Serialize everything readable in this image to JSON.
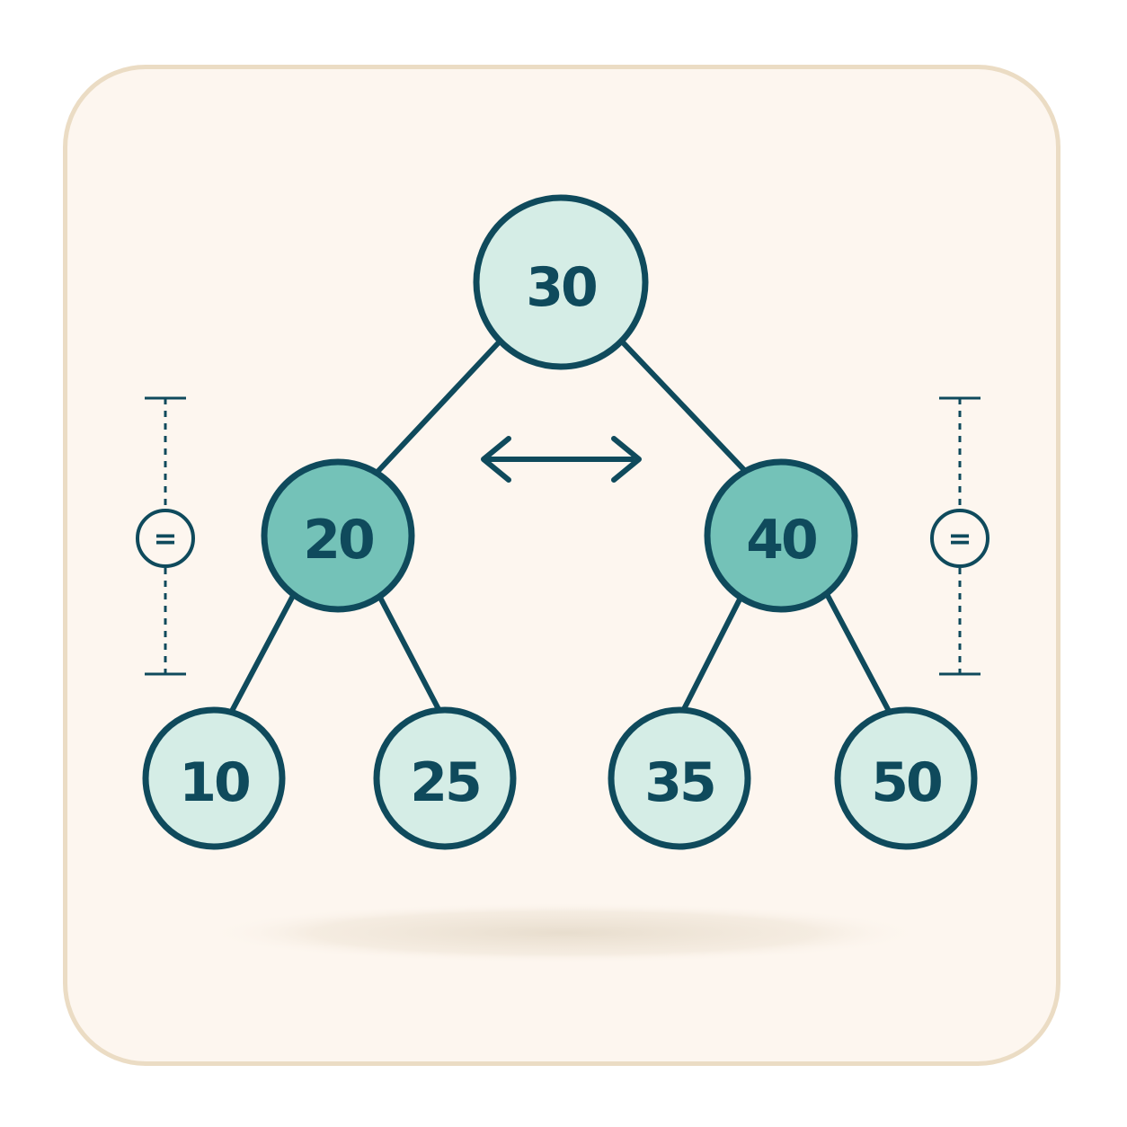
{
  "diagram": {
    "type": "balanced-binary-search-tree",
    "nodes": [
      {
        "id": "n30",
        "label": "30",
        "level": "root",
        "fill": "#d5ede6"
      },
      {
        "id": "n20",
        "label": "20",
        "level": "inner",
        "fill": "#74c2b8"
      },
      {
        "id": "n40",
        "label": "40",
        "level": "inner",
        "fill": "#74c2b8"
      },
      {
        "id": "n10",
        "label": "10",
        "level": "leaf",
        "fill": "#d5ede6"
      },
      {
        "id": "n25",
        "label": "25",
        "level": "leaf",
        "fill": "#d5ede6"
      },
      {
        "id": "n35",
        "label": "35",
        "level": "leaf",
        "fill": "#d5ede6"
      },
      {
        "id": "n50",
        "label": "50",
        "level": "leaf",
        "fill": "#d5ede6"
      }
    ],
    "edges": [
      {
        "from": "n30",
        "to": "n20"
      },
      {
        "from": "n30",
        "to": "n40"
      },
      {
        "from": "n20",
        "to": "n10"
      },
      {
        "from": "n20",
        "to": "n25"
      },
      {
        "from": "n40",
        "to": "n35"
      },
      {
        "from": "n40",
        "to": "n50"
      }
    ],
    "balance_markers": [
      {
        "side": "left",
        "symbol": "="
      },
      {
        "side": "right",
        "symbol": "="
      }
    ],
    "center_arrow": "double-headed horizontal arrow between subtrees"
  },
  "colors": {
    "card_background": "#fdf6ef",
    "card_border": "#ebdcc4",
    "stroke": "#0f4a5c",
    "root_and_leaf_fill": "#d5ede6",
    "inner_fill": "#74c2b8"
  }
}
